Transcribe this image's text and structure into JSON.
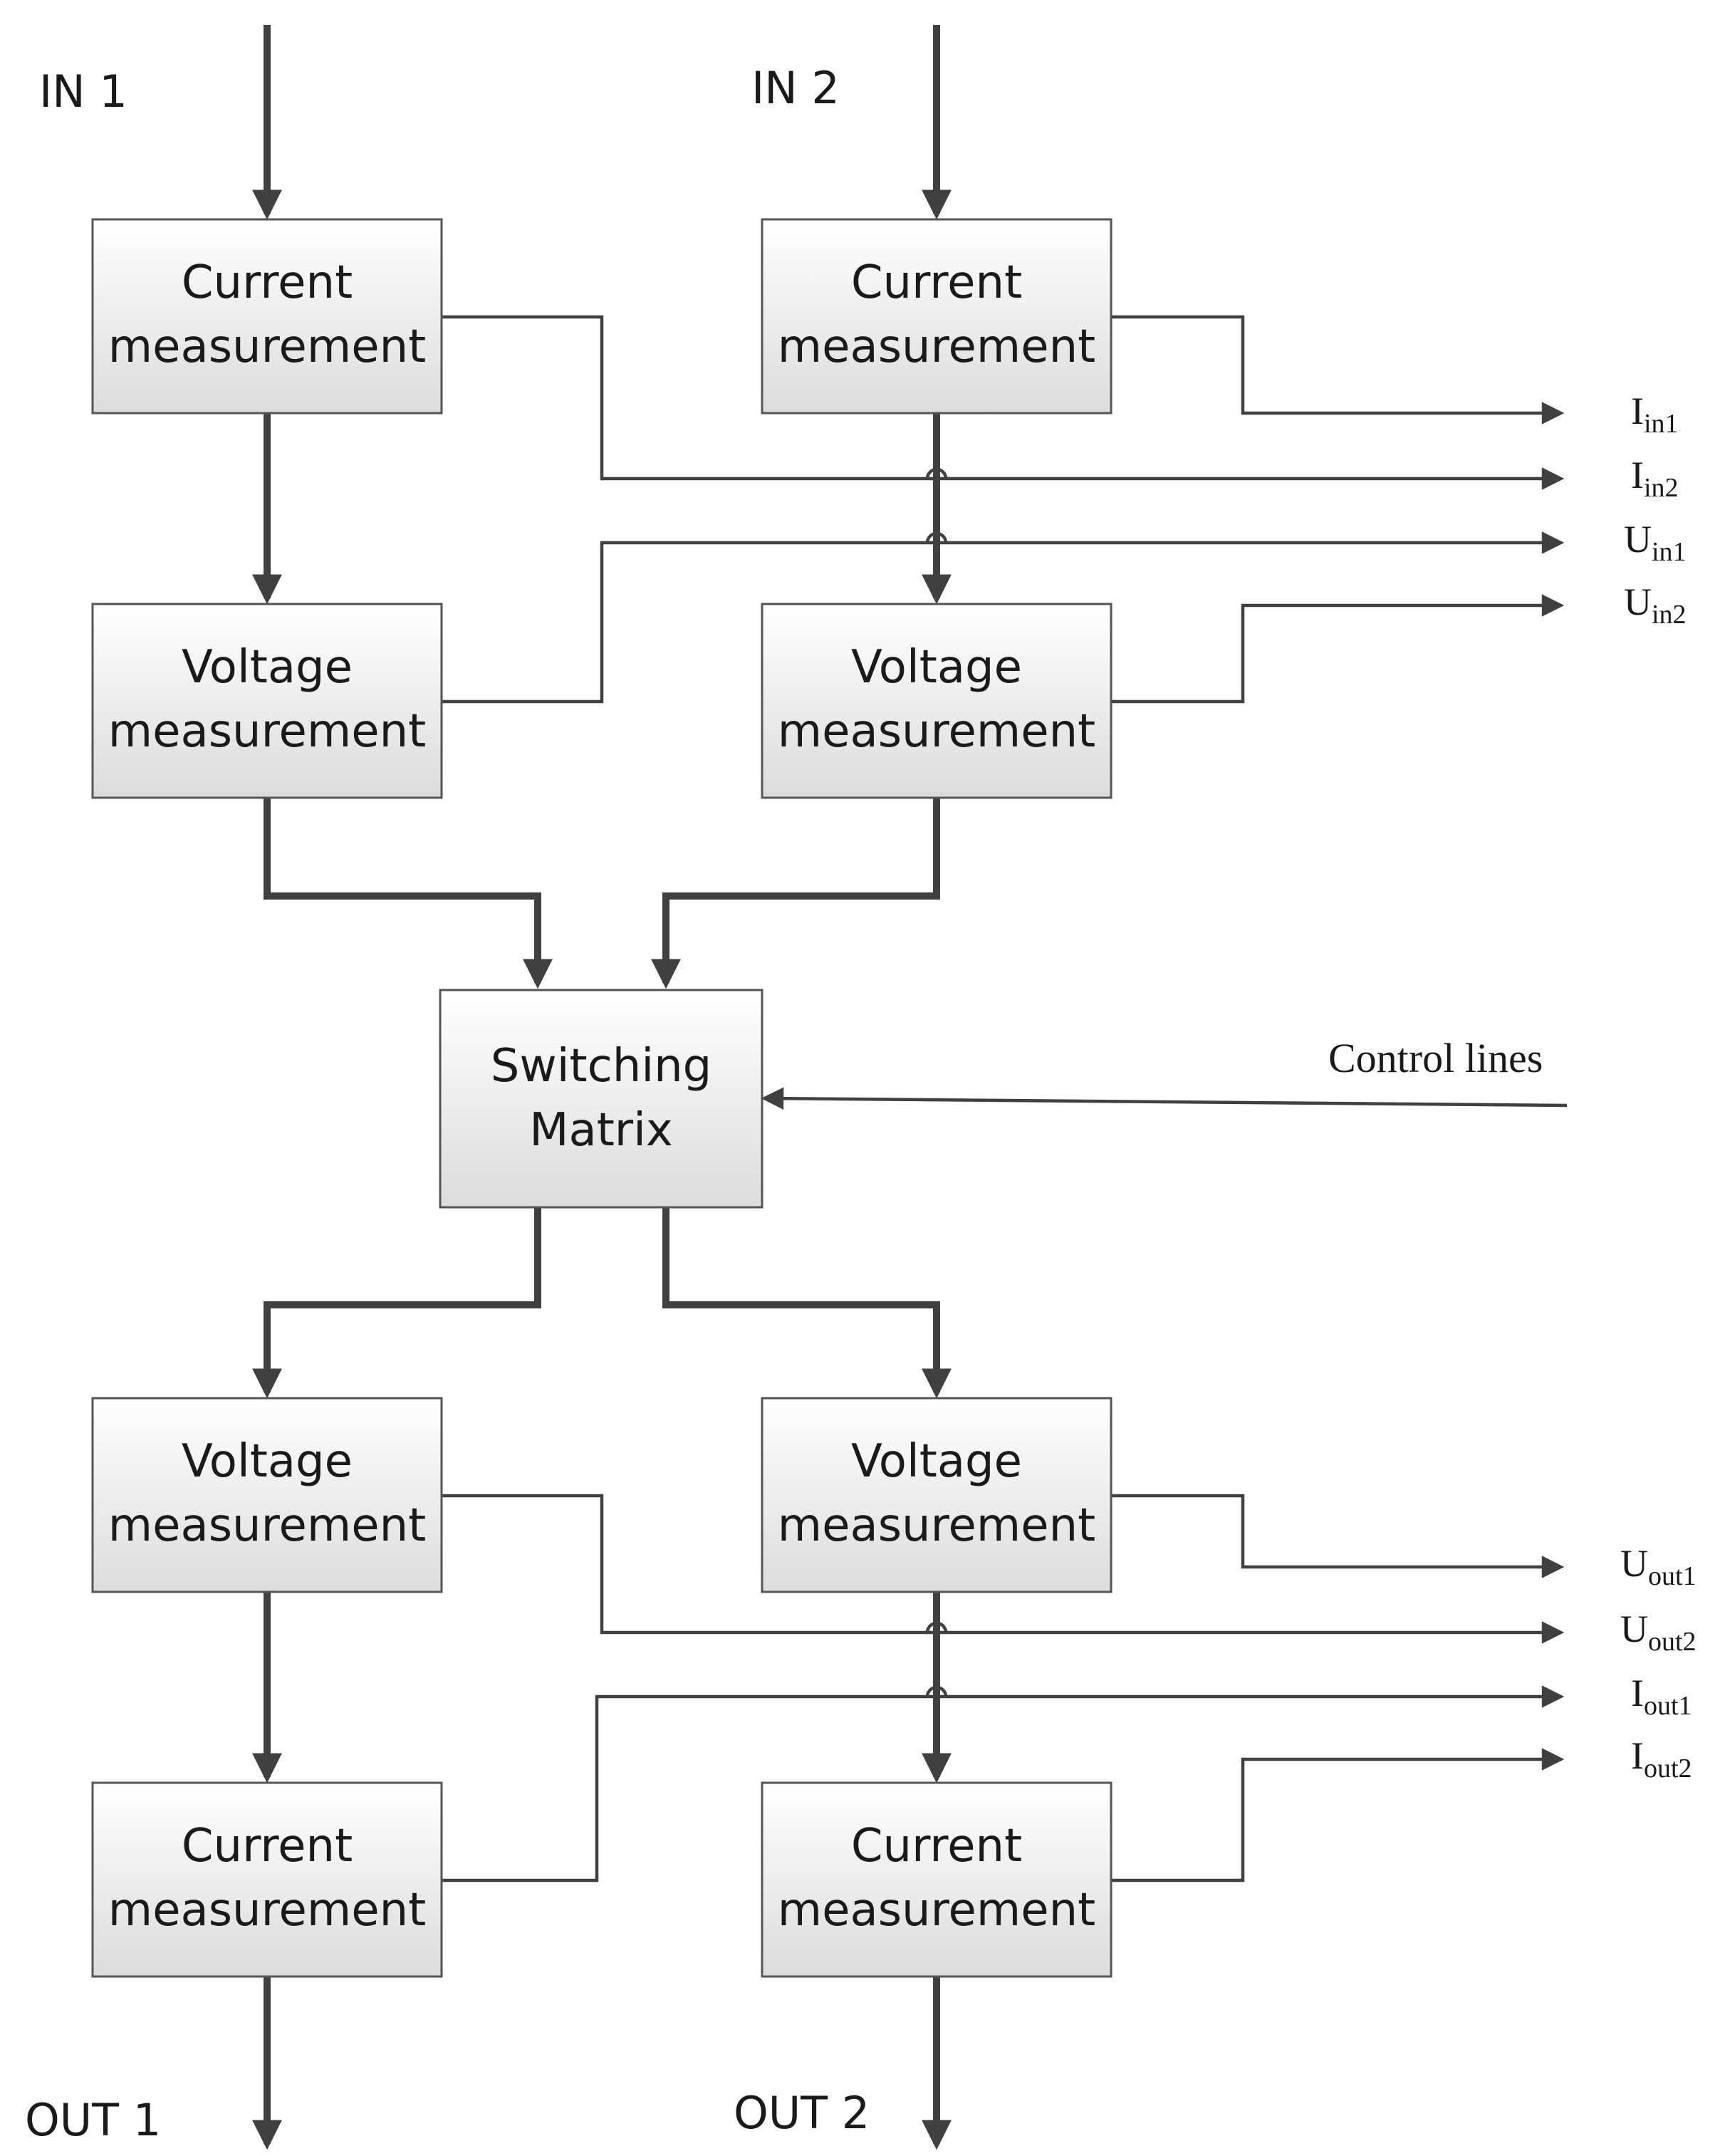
{
  "inputs": {
    "in1": "IN 1",
    "in2": "IN 2"
  },
  "outputs": {
    "out1": "OUT 1",
    "out2": "OUT 2"
  },
  "blocks": {
    "cm_in1": [
      "Current",
      "measurement"
    ],
    "cm_in2": [
      "Current",
      "measurement"
    ],
    "vm_in1": [
      "Voltage",
      "measurement"
    ],
    "vm_in2": [
      "Voltage",
      "measurement"
    ],
    "switch": [
      "Switching",
      "Matrix"
    ],
    "vm_out1": [
      "Voltage",
      "measurement"
    ],
    "vm_out2": [
      "Voltage",
      "measurement"
    ],
    "cm_out1": [
      "Current",
      "measurement"
    ],
    "cm_out2": [
      "Current",
      "measurement"
    ]
  },
  "signals": {
    "i_in1": {
      "main": "I",
      "sub": "in1"
    },
    "i_in2": {
      "main": "I",
      "sub": "in2"
    },
    "u_in1": {
      "main": "U",
      "sub": "in1"
    },
    "u_in2": {
      "main": "U",
      "sub": "in2"
    },
    "u_out1": {
      "main": "U",
      "sub": "out1"
    },
    "u_out2": {
      "main": "U",
      "sub": "out2"
    },
    "i_out1": {
      "main": "I",
      "sub": "out1"
    },
    "i_out2": {
      "main": "I",
      "sub": "out2"
    }
  },
  "control": {
    "label": "Control lines"
  }
}
